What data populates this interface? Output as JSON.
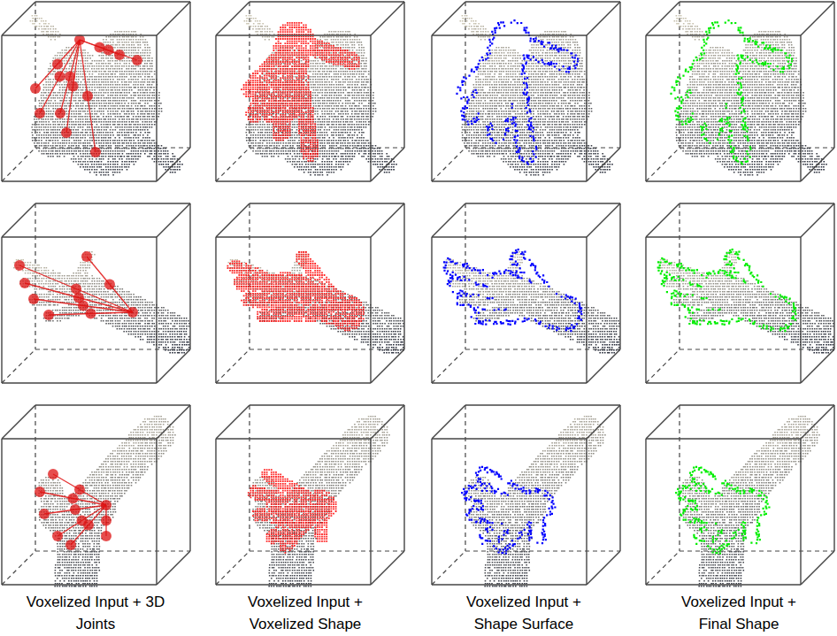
{
  "diagram": {
    "labels": [
      "Voxelized Input + 3D Joints",
      "Voxelized Input + Voxelized Shape",
      "Voxelized Input + Shape Surface",
      "Voxelized Input + Final Shape"
    ]
  }
}
